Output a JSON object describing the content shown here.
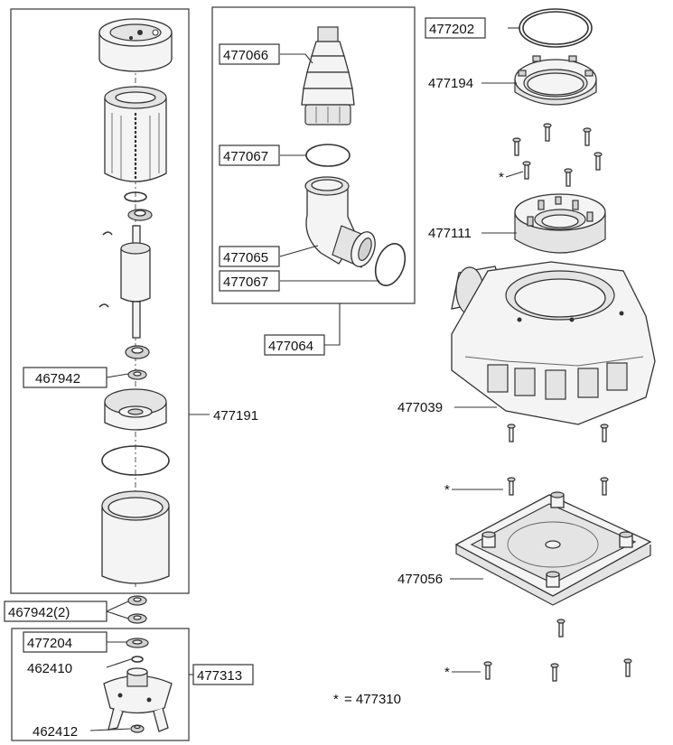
{
  "labels": {
    "l477066": "477066",
    "l477067a": "477067",
    "l477065": "477065",
    "l477067b": "477067",
    "l477064": "477064",
    "l477202": "477202",
    "l477194": "477194",
    "l477111": "477111",
    "l477039": "477039",
    "l477056": "477056",
    "l467942": "467942",
    "l477191": "477191",
    "l467942_2": "467942(2)",
    "l477204": "477204",
    "l462410": "462410",
    "l477313": "477313",
    "l462412": "462412",
    "legend": "= 477310"
  },
  "marker": "*"
}
